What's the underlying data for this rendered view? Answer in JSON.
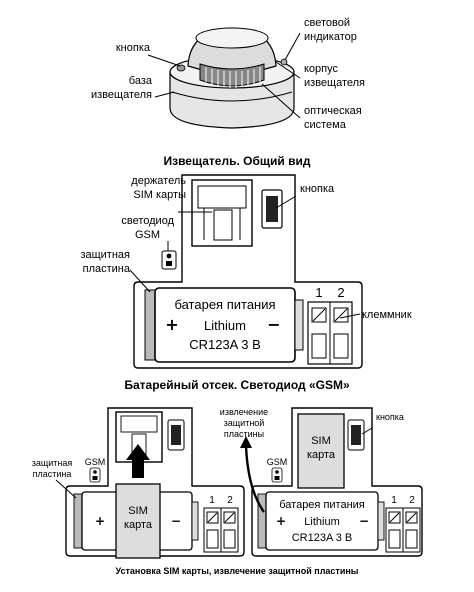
{
  "detector": {
    "label_button": "кнопка",
    "label_base_line1": "база",
    "label_base_line2": "извещателя",
    "label_led_line1": "световой",
    "label_led_line2": "индикатор",
    "label_housing_line1": "корпус",
    "label_housing_line2": "извещателя",
    "label_optical_line1": "оптическая",
    "label_optical_line2": "система",
    "caption": "Извещатель. Общий вид"
  },
  "compartment": {
    "label_sim_holder_line1": "держатель",
    "label_sim_holder_line2": "SIM карты",
    "label_button": "кнопка",
    "label_led_line1": "светодиод",
    "label_led_line2": "GSM",
    "label_plate_line1": "защитная",
    "label_plate_line2": "пластина",
    "battery_line1": "батарея питания",
    "battery_line2": "Lithium",
    "battery_line3": "CR123A 3 В",
    "plus": "+",
    "minus": "−",
    "terminal_1": "1",
    "terminal_2": "2",
    "label_terminal": "клеммник",
    "caption": "Батарейный отсек. Светодиод «GSM»"
  },
  "install": {
    "label_plate_line1": "защитная",
    "label_plate_line2": "пластина",
    "gsm": "GSM",
    "sim_line1": "SIM",
    "sim_line2": "карта",
    "plus": "+",
    "minus": "−",
    "terminal_1": "1",
    "terminal_2": "2",
    "label_removal_line1": "извлечение",
    "label_removal_line2": "защитной",
    "label_removal_line3": "пластины",
    "label_button": "кнопка",
    "sim2_line1": "SIM",
    "sim2_line2": "карта",
    "gsm2": "GSM",
    "battery_line1": "батарея питания",
    "battery_line2": "Lithium",
    "battery_line3": "CR123A 3 В",
    "plus2": "+",
    "minus2": "−",
    "terminal2_1": "1",
    "terminal2_2": "2",
    "caption": "Установка SIM карты, извлечение защитной пластины"
  }
}
